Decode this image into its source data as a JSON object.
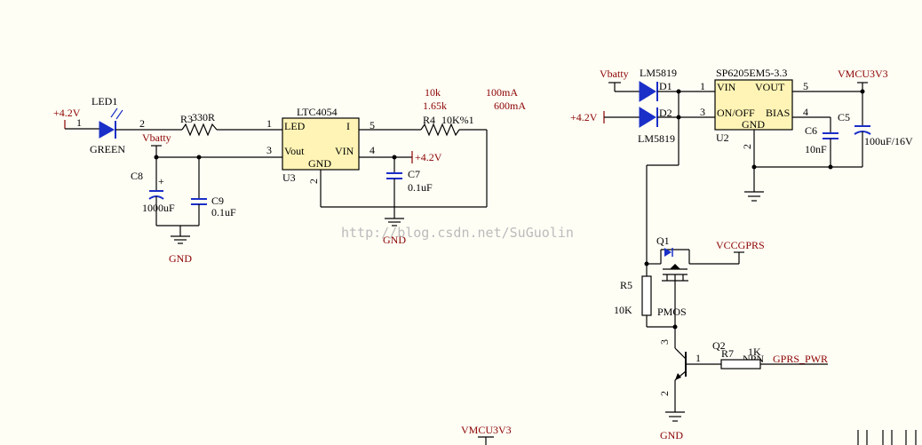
{
  "diagram": {
    "watermark": "http://blog.csdn.net/SuGuolin",
    "components": {
      "led1": {
        "ref": "LED1",
        "value": "GREEN"
      },
      "r3": {
        "ref": "R3",
        "value": "330R"
      },
      "u3": {
        "ref": "U3",
        "part": "LTC4054",
        "pin_led": "LED",
        "pin_i": "I",
        "pin_vout": "Vout",
        "pin_vin": "VIN",
        "pin_gnd": "GND"
      },
      "r4": {
        "ref": "R4",
        "value": "10K%1",
        "note_10k": "10k",
        "note_165k": "1.65k",
        "note_100ma": "100mA",
        "note_600ma": "600mA"
      },
      "c8": {
        "ref": "C8",
        "value": "1000uF",
        "plus": "+"
      },
      "c9": {
        "ref": "C9",
        "value": "0.1uF"
      },
      "c7": {
        "ref": "C7",
        "value": "0.1uF"
      },
      "d1": {
        "ref": "D1",
        "part": "LM5819"
      },
      "d2": {
        "ref": "D2",
        "part": "LM5819"
      },
      "u2": {
        "ref": "U2",
        "part": "SP6205EM5-3.3",
        "pin_vin": "VIN",
        "pin_vout": "VOUT",
        "pin_onoff": "ON/OFF",
        "pin_bias": "BIAS",
        "pin_gnd": "GND"
      },
      "c5": {
        "ref": "C5",
        "value": "100uF/16V"
      },
      "c6": {
        "ref": "C6",
        "value": "10nF"
      },
      "q1": {
        "ref": "Q1",
        "type": "PMOS"
      },
      "r5": {
        "ref": "R5",
        "value": "10K"
      },
      "q2": {
        "ref": "Q2",
        "type": "NPN"
      },
      "r7": {
        "ref": "R7",
        "value": "1K"
      }
    },
    "nets": {
      "v42": "+4.2V",
      "vbatty": "Vbatty",
      "gnd": "GND",
      "vmcu": "VMCU3V3",
      "vccgprs": "VCCGPRS",
      "gprs_pwr": "GPRS_PWR"
    },
    "pins": {
      "p1": "1",
      "p2": "2",
      "p3": "3",
      "p4": "4",
      "p5": "5"
    }
  }
}
